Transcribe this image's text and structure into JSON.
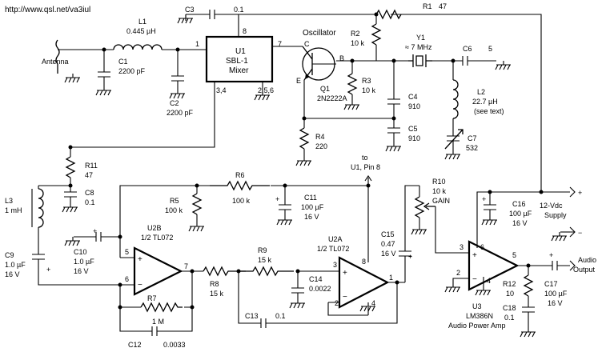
{
  "header": {
    "url": "http://www.qsl.net/va3iul"
  },
  "labels": {
    "antenna": "Antenna",
    "l1_name": "L1",
    "l1_value": "0.445 µH",
    "c1_name": "C1",
    "c1_value": "2200 pF",
    "c2_name": "C2",
    "c2_value": "2200 pF",
    "c3_name": "C3",
    "c3_value": "0.1",
    "r1_name": "R1",
    "r1_value": "47",
    "u1_name": "U1",
    "u1_part": "SBL-1",
    "u1_func": "Mixer",
    "u1_pin1": "1",
    "u1_pin7": "7",
    "u1_pin8": "8",
    "u1_pin34": "3,4",
    "u1_pin256": "2,5,6",
    "oscillator": "Oscillator",
    "q1_c": "C",
    "q1_b": "B",
    "q1_e": "E",
    "q1_name": "Q1",
    "q1_part": "2N2222A",
    "r2_name": "R2",
    "r2_value": "10 k",
    "r3_name": "R3",
    "r3_value": "10 k",
    "r4_name": "R4",
    "r4_value": "220",
    "c4_name": "C4",
    "c4_value": "910",
    "c5_name": "C5",
    "c5_value": "910",
    "y1_name": "Y1",
    "y1_value": "≈ 7 MHz",
    "c6_name": "C6",
    "c6_value": "5",
    "l2_name": "L2",
    "l2_value": "22.7 µH",
    "l2_note": "(see text)",
    "c7_name": "C7",
    "c7_value": "532",
    "r11_name": "R11",
    "r11_value": "47",
    "c8_name": "C8",
    "c8_value": "0.1",
    "l3_name": "L3",
    "l3_value": "1 mH",
    "c9_name": "C9",
    "c9_value": "1.0 µF",
    "c9_volt": "16 V",
    "r5_name": "R5",
    "r5_value": "100 k",
    "r6_name": "R6",
    "r6_value": "100 k",
    "c11_name": "C11",
    "c11_value": "100 µF",
    "c11_volt": "16 V",
    "to_line1": "to",
    "to_line2": "U1, Pin 8",
    "c10_name": "C10",
    "c10_value": "1.0 µF",
    "c10_volt": "16 V",
    "u2b_name": "U2B",
    "u2b_part": "1/2 TL072",
    "u2b_pin5": "5",
    "u2b_pin6": "6",
    "u2b_pin7": "7",
    "r7_name": "R7",
    "r7_value": "1 M",
    "c12_name": "C12",
    "c12_value": "0.0033",
    "r8_name": "R8",
    "r8_value": "15 k",
    "r9_name": "R9",
    "r9_value": "15 k",
    "c14_name": "C14",
    "c14_value": "0.0022",
    "c13_name": "C13",
    "c13_value": "0.1",
    "u2a_name": "U2A",
    "u2a_part": "1/2 TL072",
    "u2a_pin1": "1",
    "u2a_pin2": "2",
    "u2a_pin3": "3",
    "u2a_pin4": "4",
    "u2a_pin8": "8",
    "c15_name": "C15",
    "c15_value": "0.47",
    "c15_volt": "16 V",
    "r10_name": "R10",
    "r10_value": "10 k",
    "r10_func": "GAIN",
    "c16_name": "C16",
    "c16_value": "100 µF",
    "c16_volt": "16 V",
    "supply_value": "12-Vdc",
    "supply_label": "Supply",
    "u3_name": "U3",
    "u3_part": "LM386N",
    "u3_func": "Audio Power Amp",
    "u3_pin2": "2",
    "u3_pin3": "3",
    "u3_pin4": "4",
    "u3_pin5": "5",
    "u3_pin6": "6",
    "r12_name": "R12",
    "r12_value": "10",
    "c18_name": "C18",
    "c18_value": "0.1",
    "c17_name": "C17",
    "c17_value": "100 µF",
    "c17_volt": "16 V",
    "audio_line1": "Audio",
    "audio_line2": "Output",
    "plus": "+",
    "minus": "−"
  }
}
